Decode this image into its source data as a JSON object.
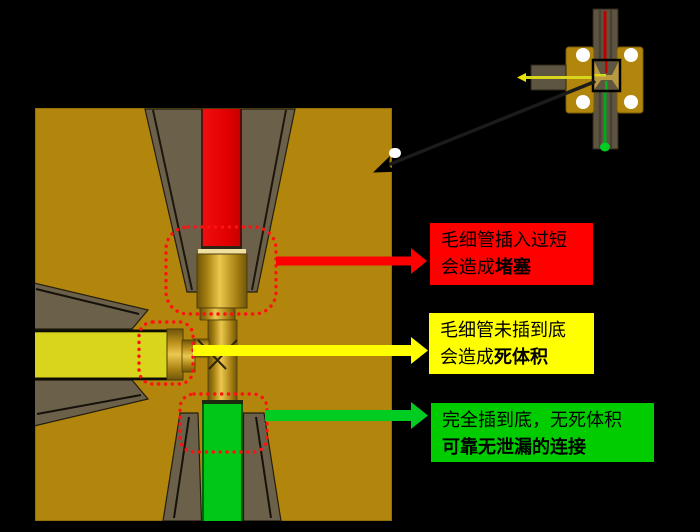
{
  "slide": {
    "background_color": "#000000",
    "subject": "capillary-fitting-cross-section"
  },
  "callouts": [
    {
      "id": "blockage",
      "box_color": "#FF0000",
      "arrow_color": "#FF0000",
      "line1": "毛细管插入过短",
      "line2_normal": "会造成",
      "line2_bold": "堵塞",
      "text_color": "#000000"
    },
    {
      "id": "dead-volume",
      "box_color": "#FFFF00",
      "arrow_color": "#FFFF00",
      "line1": "毛细管未插到底",
      "line2_normal": "会造成",
      "line2_bold": "死体积",
      "text_color": "#000000"
    },
    {
      "id": "leak-free",
      "box_color": "#00CC00",
      "arrow_color": "#00CC22",
      "line1": "完全插到底，无死体积",
      "line2_normal": "",
      "line2_bold": "可靠无泄漏的连接",
      "text_color": "#000000"
    }
  ],
  "diagram_colors": {
    "block_gold": "#B2860C",
    "fitting_olive": "#6B6049",
    "brass_light": "#ECC84E",
    "capillary_red": "#E60000",
    "capillary_yellow": "#D9D41C",
    "capillary_green": "#00C818",
    "highlight_dotted": "#FF1111"
  }
}
